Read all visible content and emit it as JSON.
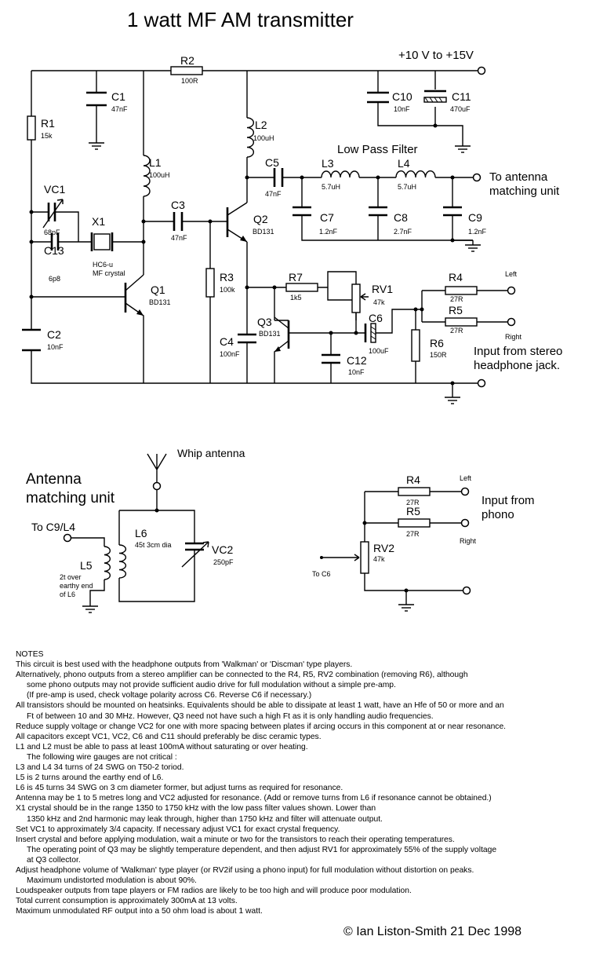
{
  "title": "1 watt MF AM transmitter",
  "supply": "+10 V  to +15V",
  "lowpass_label": "Low Pass Filter",
  "antenna_out": [
    "To antenna",
    "matching unit"
  ],
  "input_label": [
    "Input from stereo",
    "headphone jack."
  ],
  "left": "Left",
  "right": "Right",
  "parts": {
    "R1": {
      "ref": "R1",
      "val": "15k"
    },
    "R2": {
      "ref": "R2",
      "val": "100R"
    },
    "R3": {
      "ref": "R3",
      "val": "100k"
    },
    "R4": {
      "ref": "R4",
      "val": "27R"
    },
    "R5": {
      "ref": "R5",
      "val": "27R"
    },
    "R6": {
      "ref": "R6",
      "val": "150R"
    },
    "R7": {
      "ref": "R7",
      "val": "1k5"
    },
    "RV1": {
      "ref": "RV1",
      "val": "47k"
    },
    "C1": {
      "ref": "C1",
      "val": "47nF"
    },
    "C2": {
      "ref": "C2",
      "val": "10nF"
    },
    "C3": {
      "ref": "C3",
      "val": "47nF"
    },
    "C4": {
      "ref": "C4",
      "val": "100nF"
    },
    "C5": {
      "ref": "C5",
      "val": "47nF"
    },
    "C6": {
      "ref": "C6",
      "val": "100uF"
    },
    "C7": {
      "ref": "C7",
      "val": "1.2nF"
    },
    "C8": {
      "ref": "C8",
      "val": "2.7nF"
    },
    "C9": {
      "ref": "C9",
      "val": "1.2nF"
    },
    "C10": {
      "ref": "C10",
      "val": "10nF"
    },
    "C11": {
      "ref": "C11",
      "val": "470uF"
    },
    "C12": {
      "ref": "C12",
      "val": "10nF"
    },
    "C13": {
      "ref": "C13",
      "val": "6p8"
    },
    "VC1": {
      "ref": "VC1",
      "val": "68pF"
    },
    "L1": {
      "ref": "L1",
      "val": "100uH"
    },
    "L2": {
      "ref": "L2",
      "val": "100uH"
    },
    "L3": {
      "ref": "L3",
      "val": "5.7uH"
    },
    "L4": {
      "ref": "L4",
      "val": "5.7uH"
    },
    "X1": {
      "ref": "X1",
      "val1": "HC6-u",
      "val2": "MF crystal"
    },
    "Q1": {
      "ref": "Q1",
      "val": "BD131"
    },
    "Q2": {
      "ref": "Q2",
      "val": "BD131"
    },
    "Q3": {
      "ref": "Q3",
      "val": "BD131"
    }
  },
  "antenna_unit": {
    "title": [
      "Antenna",
      "matching unit"
    ],
    "whip": "Whip antenna",
    "input": "To C9/L4",
    "L5": "L5",
    "L5_note": [
      "2t over",
      "earthy end",
      "of L6"
    ],
    "L6": "L6",
    "L6_val": "45t 3cm dia",
    "VC2": "VC2",
    "VC2_val": "250pF"
  },
  "phono": {
    "R4": "R4",
    "R4_val": "27R",
    "R5": "R5",
    "R5_val": "27R",
    "RV2": "RV2",
    "RV2_val": "47k",
    "to_c6": "To C6",
    "input": [
      "Input from",
      "phono"
    ]
  },
  "notes": [
    {
      "t": "NOTES",
      "i": false
    },
    {
      "t": "This circuit is best used with the headphone outputs from 'Walkman' or 'Discman' type players.",
      "i": false
    },
    {
      "t": "Alternatively, phono outputs from a stereo amplifier can be connected to the R4,  R5, RV2 combination (removing R6), although",
      "i": false
    },
    {
      "t": "some phono outputs may not provide sufficient audio drive for full modulation without a simple pre-amp.",
      "i": true
    },
    {
      "t": "(If pre-amp is used, check voltage polarity across C6. Reverse C6 if necessary.)",
      "i": true
    },
    {
      "t": "All transistors should be mounted on heatsinks. Equivalents should be able to dissipate at least 1 watt, have an Hfe of 50 or more and an",
      "i": false
    },
    {
      "t": "Ft of between 10 and 30 MHz. However, Q3 need not have such a high Ft as it is only handling audio frequencies.",
      "i": true
    },
    {
      "t": "Reduce supply voltage or change VC2 for one with more spacing between plates if arcing occurs in this component at or near resonance.",
      "i": false
    },
    {
      "t": "All capacitors except VC1, VC2, C6 and C11 should preferably be disc ceramic types.",
      "i": false
    },
    {
      "t": "L1 and L2 must be able to pass at least 100mA without saturating or over heating.",
      "i": false
    },
    {
      "t": "The following wire gauges are not critical :",
      "i": true
    },
    {
      "t": "L3 and L4  34 turns of 24 SWG on T50-2 toriod.",
      "i": false
    },
    {
      "t": "L5 is 2 turns around the earthy end of L6.",
      "i": false
    },
    {
      "t": "L6 is 45 turns 34 SWG on 3 cm diameter former, but adjust turns as required for resonance.",
      "i": false
    },
    {
      "t": "Antenna may be 1 to 5 metres long and VC2 adjusted for resonance. (Add or remove turns from L6 if resonance cannot be obtained.)",
      "i": false
    },
    {
      "t": "X1 crystal should be in the range 1350 to 1750 kHz with the low pass filter values shown. Lower than",
      "i": false
    },
    {
      "t": "1350 kHz and 2nd harmonic may leak through, higher than 1750 kHz and filter will attenuate output.",
      "i": true
    },
    {
      "t": "Set VC1 to approximately 3/4 capacity. If necessary adjust VC1 for exact crystal frequency.",
      "i": false
    },
    {
      "t": "Insert crystal and before applying modulation, wait a minute or two for the transistors to reach their operating temperatures.",
      "i": false
    },
    {
      "t": "The operating point of Q3 may be slightly temperature dependent, and then adjust RV1 for approximately 55% of the supply voltage",
      "i": true
    },
    {
      "t": "at Q3 collector.",
      "i": true
    },
    {
      "t": "Adjust headphone volume of 'Walkman' type player (or RV2if using a phono input) for full modulation without distortion on peaks.",
      "i": false
    },
    {
      "t": "Maximum undistorted modulation is about 90%.",
      "i": true
    },
    {
      "t": "Loudspeaker outputs from tape players or FM radios are likely to be too high and will produce poor modulation.",
      "i": false
    },
    {
      "t": "Total current consumption is approximately 300mA at 13 volts.",
      "i": false
    },
    {
      "t": "Maximum unmodulated RF output into a 50 ohm load is about 1 watt.",
      "i": false
    }
  ],
  "credit": "©  Ian Liston-Smith   21 Dec 1998"
}
